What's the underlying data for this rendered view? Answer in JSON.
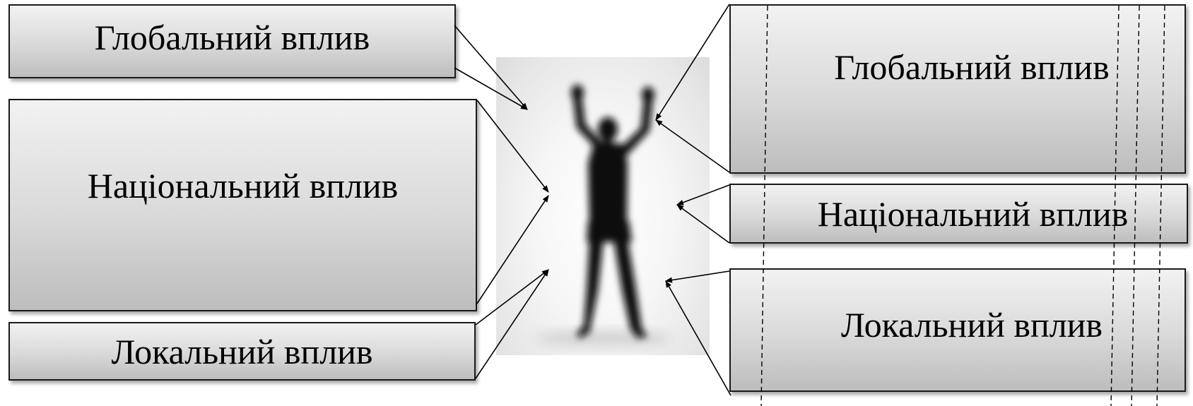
{
  "left_boxes": [
    {
      "label": "Глобальний вплив"
    },
    {
      "label": "Національний вплив"
    },
    {
      "label": "Локальний вплив"
    }
  ],
  "right_boxes": [
    {
      "label": "Глобальний вплив"
    },
    {
      "label": "Національний вплив"
    },
    {
      "label": "Локальний вплив"
    }
  ],
  "center_image": {
    "icon": "person-silhouette-arms-raised"
  },
  "colors": {
    "border": "#1a1a1a",
    "box_gradient_top": "#f2f2f2",
    "box_gradient_bottom": "#bdbdbd",
    "silhouette": "#0a0a0a"
  }
}
